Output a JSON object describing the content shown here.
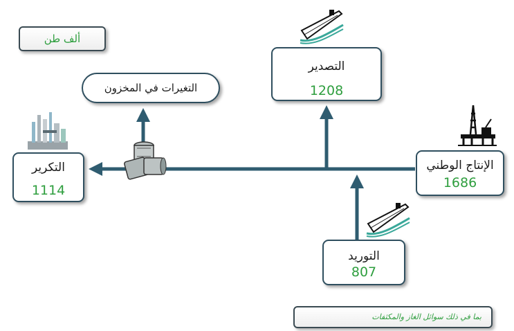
{
  "unit_label": "ألف طن",
  "inventory_label": "التغيرات في المخزون",
  "export": {
    "label": "التصدير",
    "value": "1208"
  },
  "refining": {
    "label": "التكرير",
    "value": "1114"
  },
  "production": {
    "label": "الإنتاج الوطني",
    "value": "1686"
  },
  "import": {
    "label": "التوريد",
    "value": "807"
  },
  "note": "بما في ذلك سوائل الغاز والمكثفات",
  "colors": {
    "arrow": "#2f5c70",
    "value_text": "#2e9e3e",
    "border": "#2f4f5f"
  },
  "icons": [
    "tanker-ship-icon",
    "tanker-ship-icon",
    "refinery-icon",
    "oil-rig-icon",
    "oil-barrels-icon"
  ]
}
